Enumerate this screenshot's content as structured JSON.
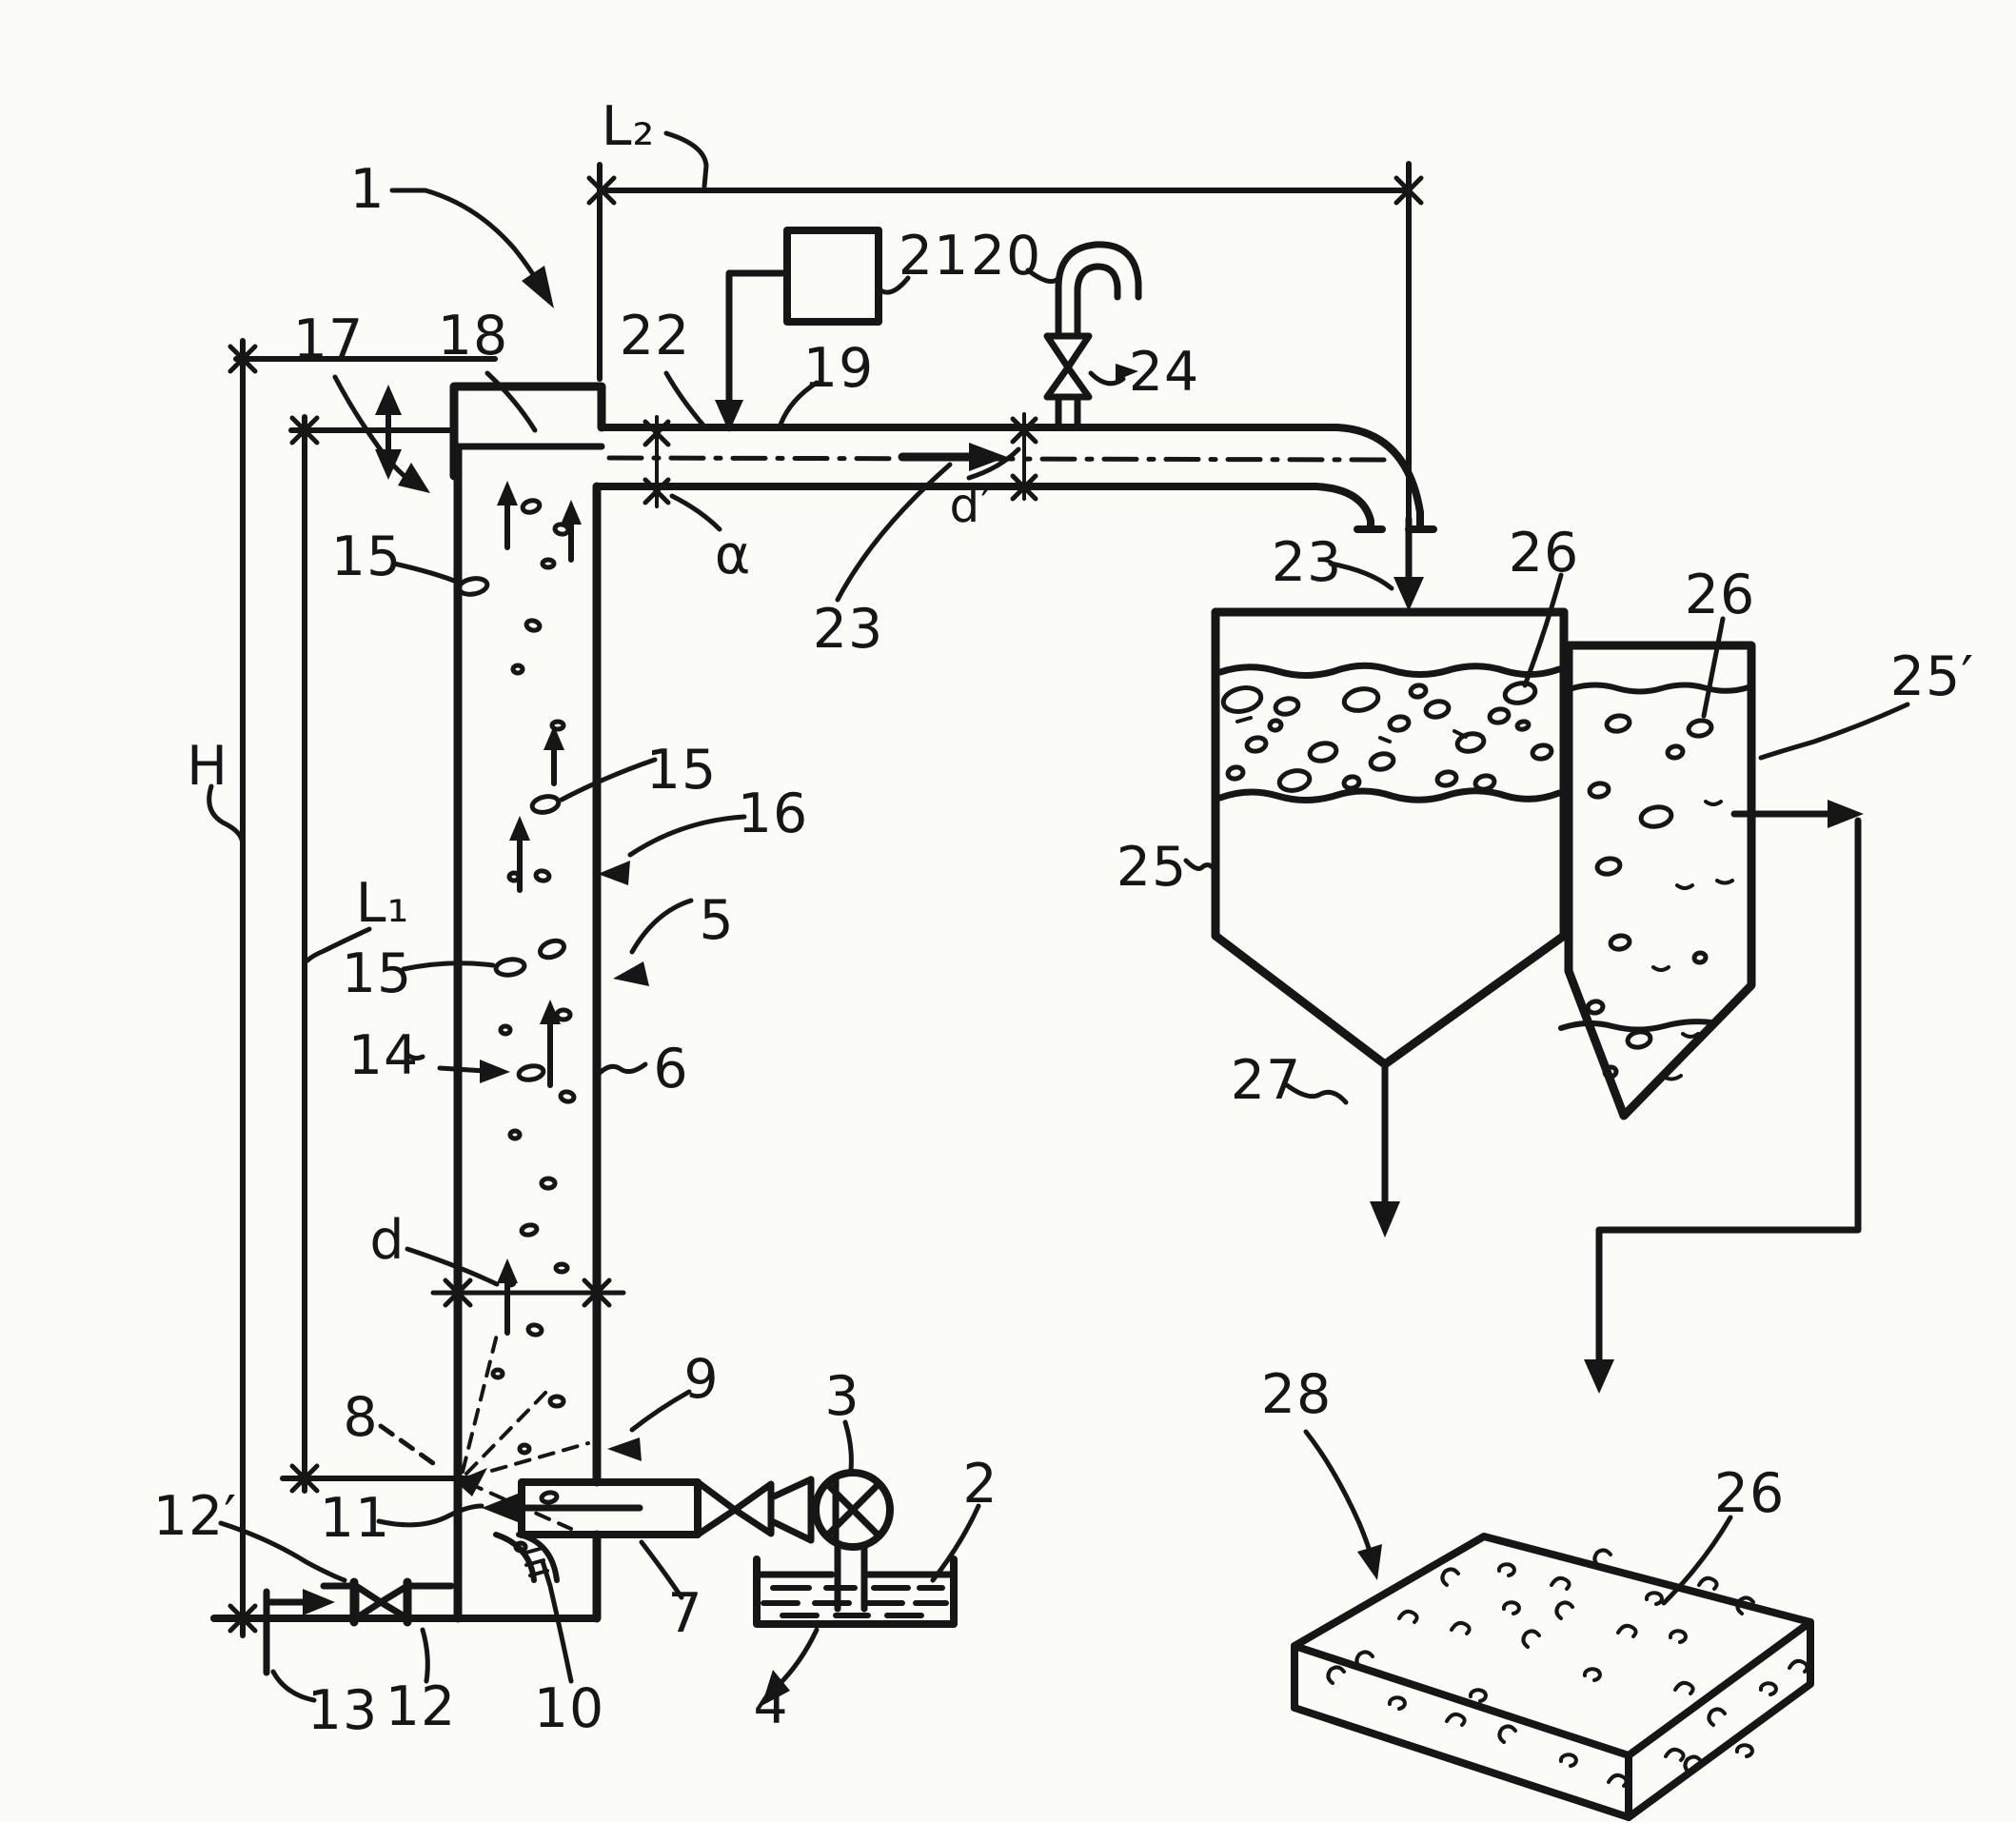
{
  "figure": {
    "kind": "patent-line-drawing",
    "colors": {
      "ink": "#161616",
      "paper": "#fbfbf8"
    },
    "labels": {
      "n1": "1",
      "n17": "17",
      "n18": "18",
      "n22": "22",
      "n19": "19",
      "n21": "21",
      "n20": "20",
      "n24": "24",
      "L2": "L₂",
      "alpha": "α",
      "dprime": "d′",
      "n23a": "23",
      "n23b": "23",
      "n26a": "26",
      "n26b": "26",
      "n26c": "26",
      "n25": "25",
      "n25p": "25′",
      "n27": "27",
      "n28": "28",
      "H": "H",
      "L1": "L₁",
      "n15a": "15",
      "n15b": "15",
      "n15c": "15",
      "n16": "16",
      "n5": "5",
      "n6": "6",
      "n14": "14",
      "d": "d",
      "n8": "8",
      "n9": "9",
      "n11": "11",
      "n12p": "12′",
      "n13": "13",
      "n12": "12",
      "n10": "10",
      "n3": "3",
      "n2": "2",
      "n7": "7",
      "n4": "4"
    }
  }
}
